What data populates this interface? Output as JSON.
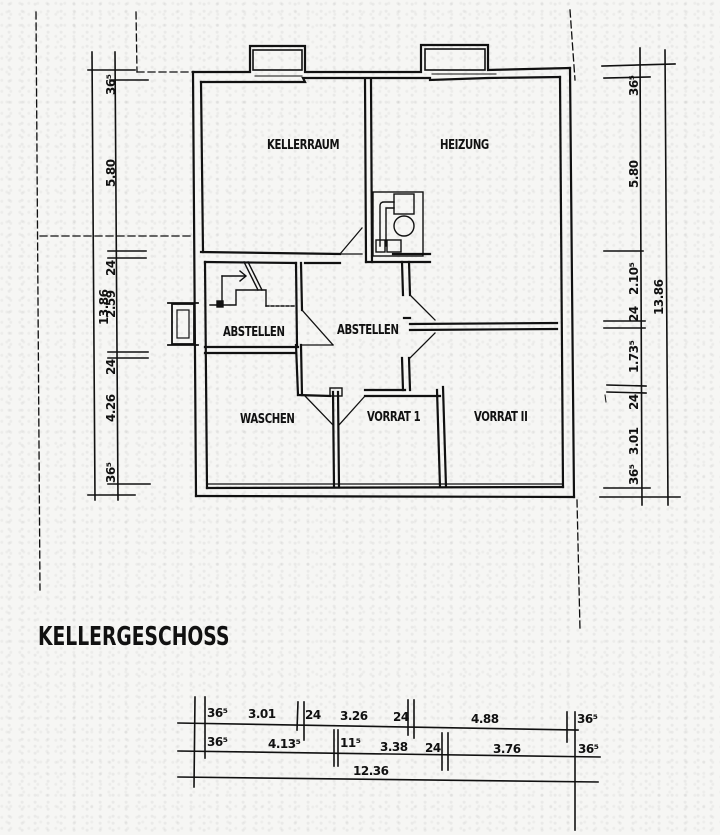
{
  "drawing": {
    "title": "KELLERGESCHOSS",
    "rooms": [
      {
        "id": "kellerraum",
        "label": "KELLERRAUM"
      },
      {
        "id": "heizung",
        "label": "HEIZUNG"
      },
      {
        "id": "abstellen-1",
        "label": "ABSTELLEN"
      },
      {
        "id": "abstellen-2",
        "label": "ABSTELLEN"
      },
      {
        "id": "waschen",
        "label": "WASCHEN"
      },
      {
        "id": "vorrat-1",
        "label": "VORRAT 1"
      },
      {
        "id": "vorrat-2",
        "label": "VORRAT II"
      }
    ],
    "dimensions": {
      "left": {
        "total": "13.86",
        "segments": [
          "36⁵",
          "5.80",
          "24",
          "2.59",
          "24",
          "4.26",
          "36⁵"
        ]
      },
      "right": {
        "total": "13.86",
        "segments": [
          "36⁵",
          "5.80",
          "2.10⁵",
          "24",
          "1.73⁵",
          "24",
          "3.01",
          "36⁵"
        ]
      },
      "bottom_row1": [
        "36⁵",
        "3.01",
        "24",
        "3.26",
        "24",
        "4.88",
        "36⁵"
      ],
      "bottom_row2": [
        "36⁵",
        "4.13⁵",
        "11⁵",
        "3.38",
        "24",
        "3.76",
        "36⁵"
      ],
      "bottom_total": "12.36"
    },
    "colors": {
      "paper": "#f6f6f4",
      "ink": "#111111"
    }
  }
}
